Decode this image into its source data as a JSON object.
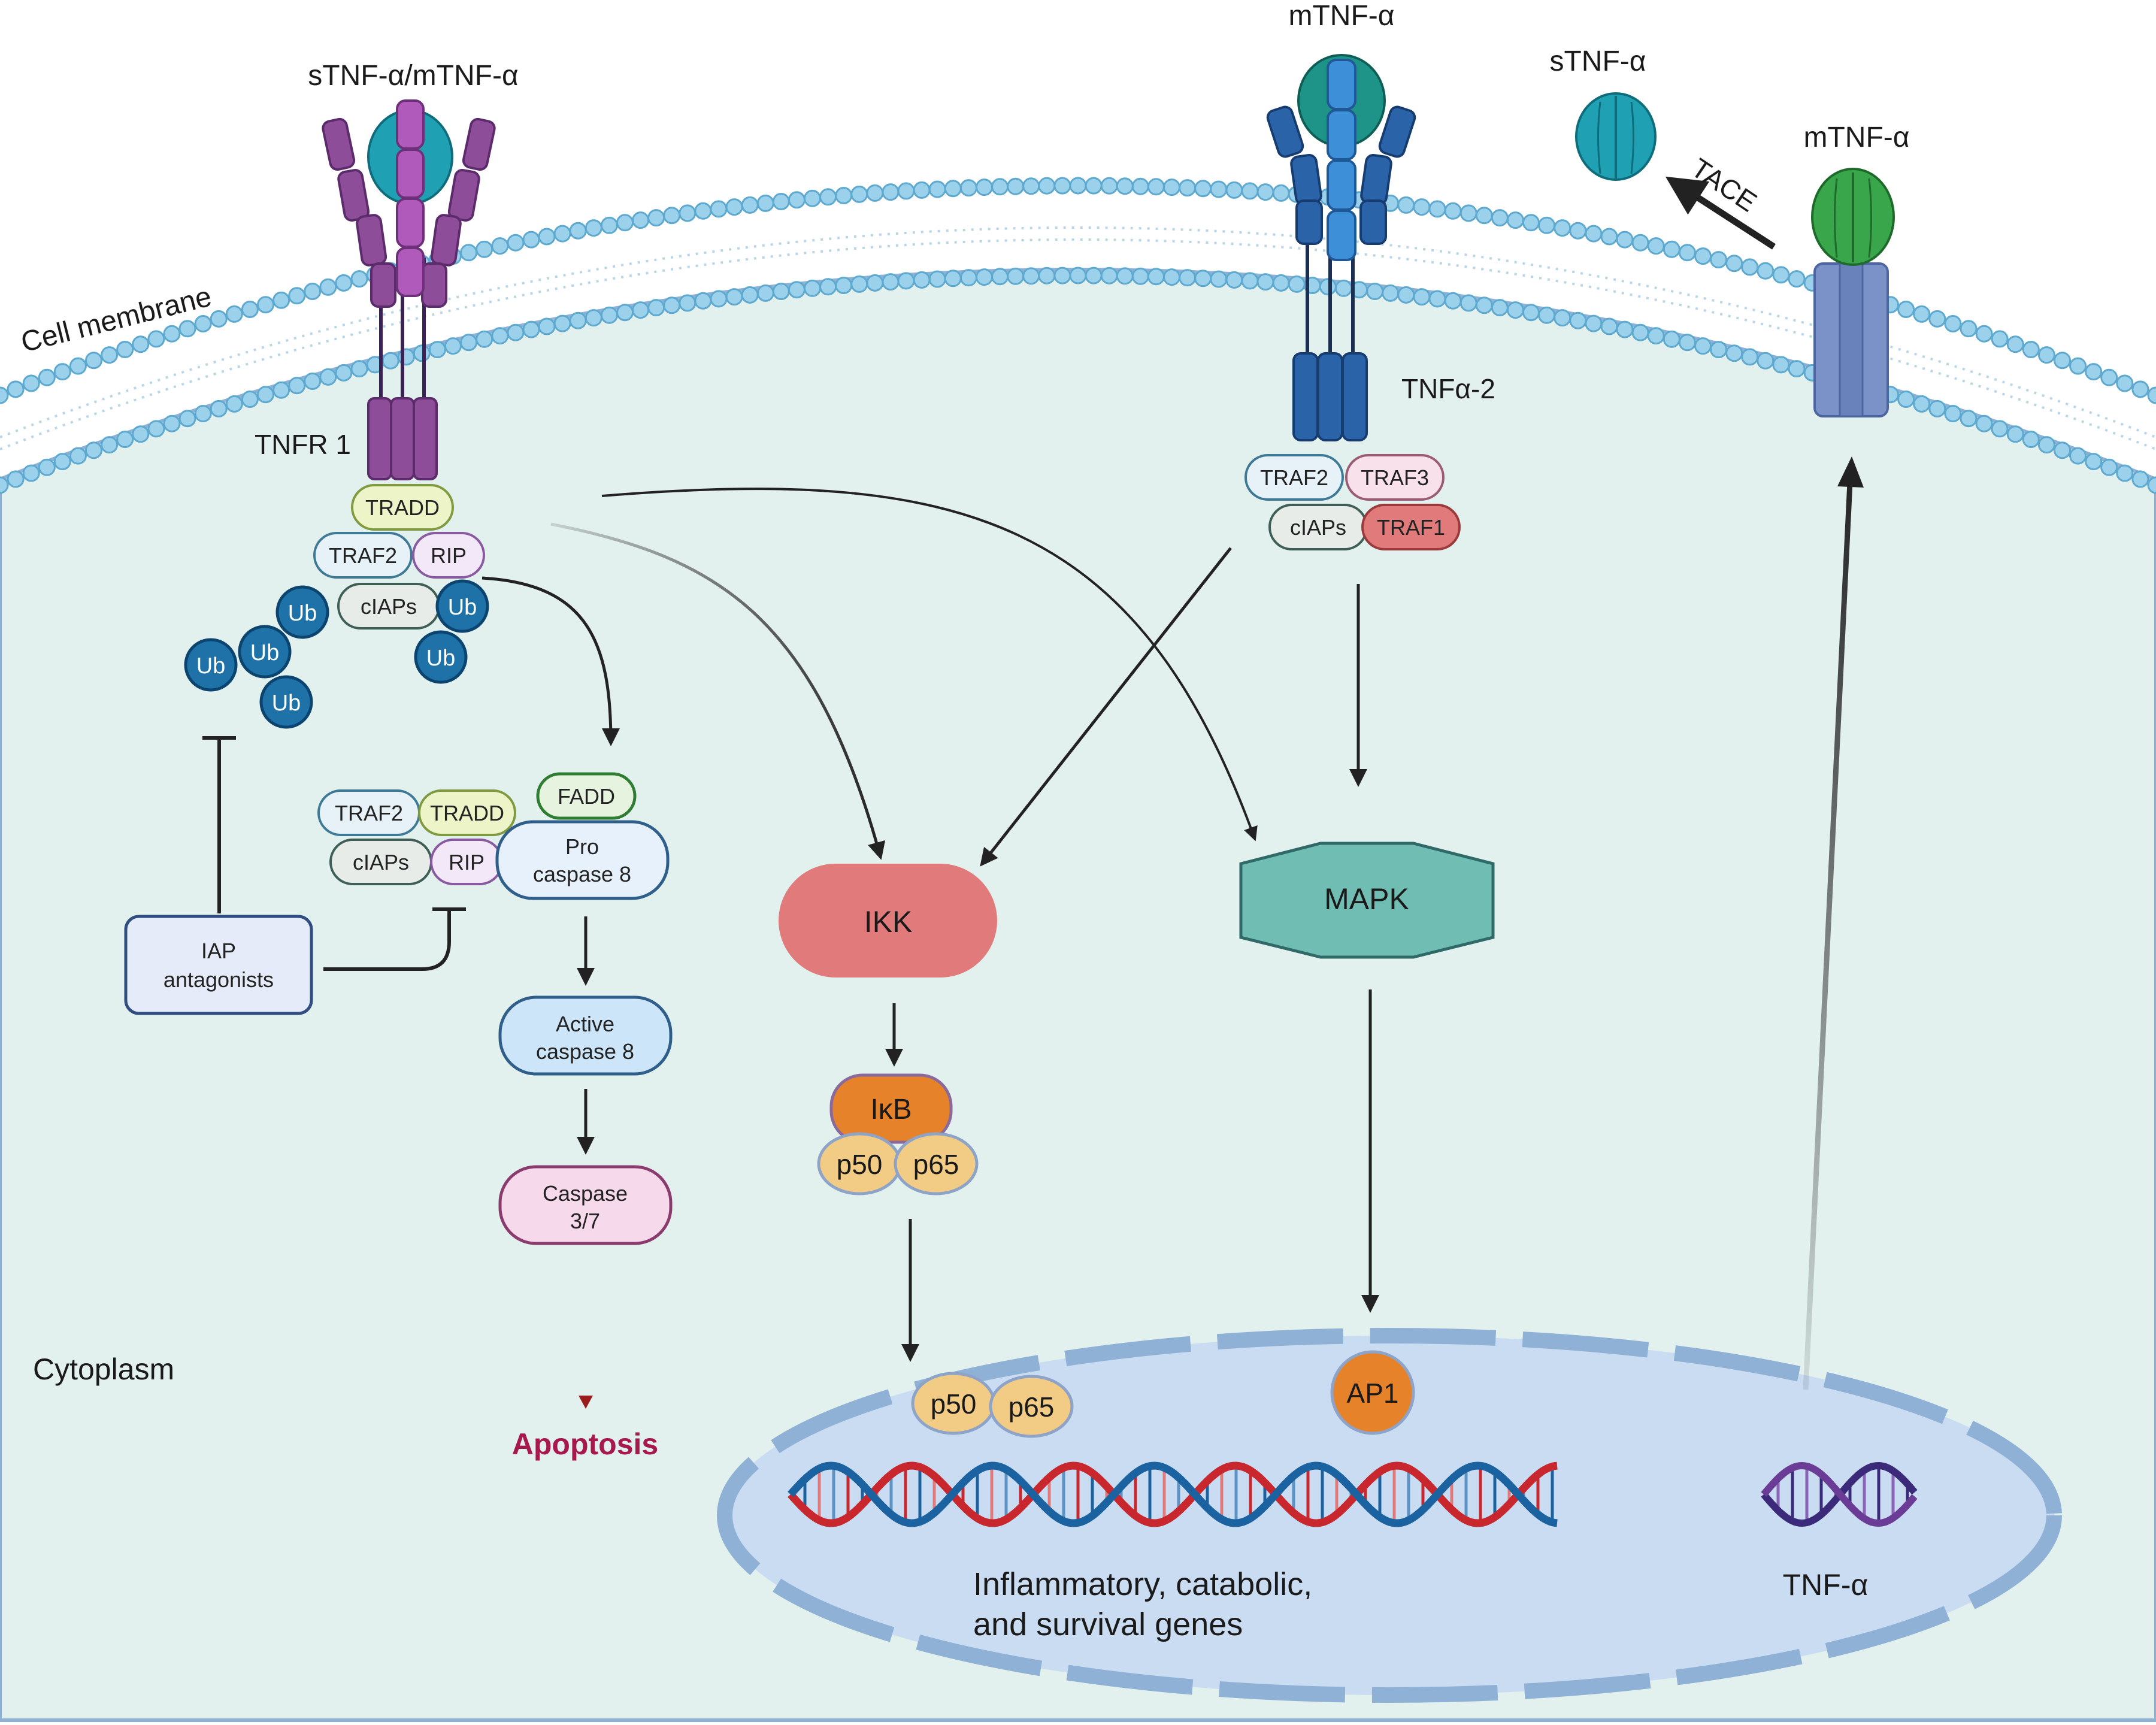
{
  "labels": {
    "cell_membrane": "Cell membrane",
    "cytoplasm": "Cytoplasm",
    "ligand_left": "sTNF-α/mTNF-α",
    "tnfr1": "TNFR 1",
    "ligand_mid": "mTNF-α",
    "tnfr2": "TNFα-2",
    "stnf_right": "sTNF-α",
    "mtnf_right": "mTNF-α",
    "tace": "TACE",
    "apoptosis": "Apoptosis",
    "genes_line1": "Inflammatory, catabolic,",
    "genes_line2": "and survival genes",
    "tnf_gene": "TNF-α"
  },
  "complex1": {
    "tradd": "TRADD",
    "traf2": "TRAF2",
    "rip": "RIP",
    "ciaps": "cIAPs",
    "ub": "Ub"
  },
  "complex2": {
    "traf2": "TRAF2",
    "tradd": "TRADD",
    "fadd": "FADD",
    "ciaps": "cIAPs",
    "rip": "RIP",
    "pro_caspase_1": "Pro",
    "pro_caspase_2": "caspase 8"
  },
  "complex3": {
    "traf2": "TRAF2",
    "traf3": "TRAF3",
    "ciaps": "cIAPs",
    "traf1": "TRAF1"
  },
  "nodes": {
    "iap_1": "IAP",
    "iap_2": "antagonists",
    "active_1": "Active",
    "active_2": "caspase 8",
    "casp_1": "Caspase",
    "casp_2": "3/7",
    "ikk": "IKK",
    "ikb": "IκB",
    "p50": "p50",
    "p65": "p65",
    "mapk": "MAPK",
    "ap1": "AP1"
  },
  "colors": {
    "cytoplasm": "#e3f1ee",
    "nucleus": "#cadcf2",
    "membrane_head": "#9cd1ec",
    "tnfr1": "#8e4d98",
    "tnfr2": "#2b63a8",
    "ub": "#1e72a8",
    "ikk": "#e07a7b",
    "mapk": "#6fbdb3",
    "ikb": "#e6832a",
    "p50_p65": "#f2cc84",
    "apoptosis": "#a7184d"
  }
}
